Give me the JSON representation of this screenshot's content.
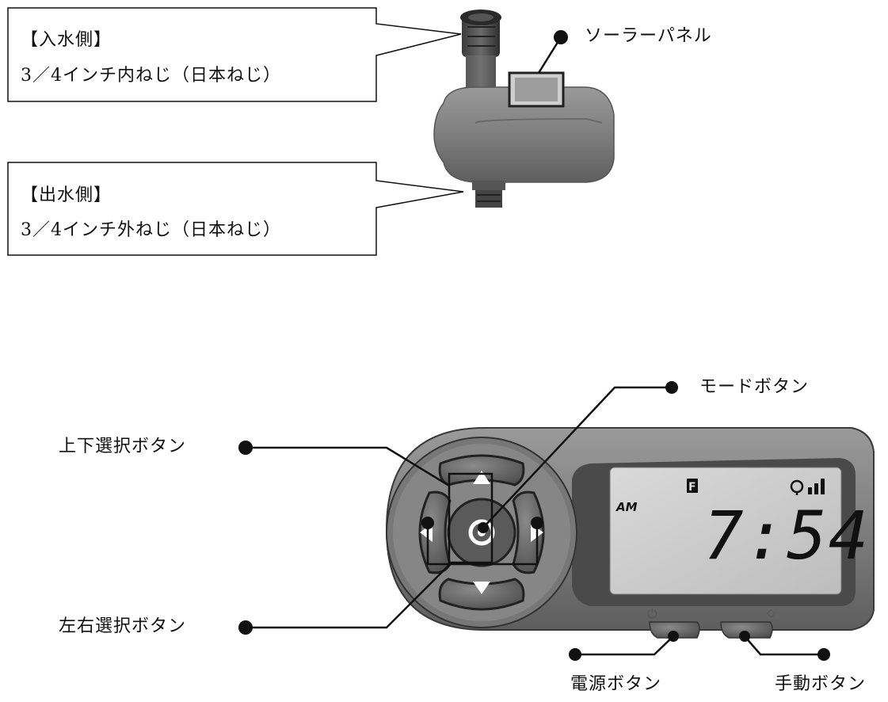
{
  "top": {
    "inlet": {
      "heading": "【入水側】",
      "spec": "3／4インチ内ねじ（日本ねじ）"
    },
    "outlet": {
      "heading": "【出水側】",
      "spec": "3／4インチ外ねじ（日本ねじ）"
    },
    "solar_label": "ソーラーパネル"
  },
  "bottom": {
    "mode_label": "モードボタン",
    "updown_label": "上下選択ボタン",
    "leftright_label": "左右選択ボタン",
    "power_label": "電源ボタン",
    "manual_label": "手動ボタン",
    "display": {
      "ampm": "AM",
      "time": "7:54",
      "mode_letter": "F"
    }
  }
}
